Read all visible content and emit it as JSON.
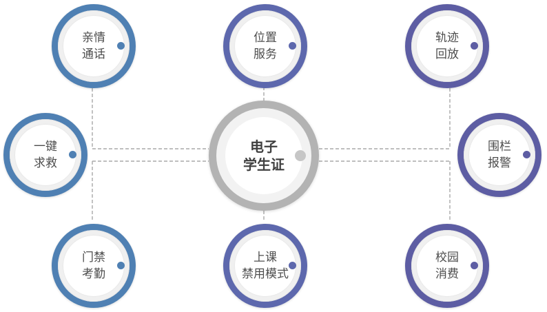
{
  "center": {
    "line1": "电子",
    "line2": "学生证"
  },
  "colors": {
    "blue_ring": "#4f80b3",
    "purple_ring": "#5d5da3",
    "center_ring": "#b3b3b3",
    "connector": "#a9a9a9"
  },
  "nodes": {
    "family_call": {
      "line1": "亲情",
      "line2": "通话",
      "icon": "dot-marker"
    },
    "location_service": {
      "line1": "位置",
      "line2": "服务",
      "icon": "dot-marker"
    },
    "track_playback": {
      "line1": "轨迹",
      "line2": "回放",
      "icon": "dot-marker"
    },
    "sos": {
      "line1": "一键",
      "line2": "求救",
      "icon": "dot-marker"
    },
    "geofence_alarm": {
      "line1": "围栏",
      "line2": "报警",
      "icon": "dot-marker"
    },
    "access_attendance": {
      "line1": "门禁",
      "line2": "考勤",
      "icon": "dot-marker"
    },
    "class_mode": {
      "line1": "上课",
      "line2": "禁用模式",
      "icon": "dot-marker"
    },
    "campus_payment": {
      "line1": "校园",
      "line2": "消费",
      "icon": "dot-marker"
    }
  }
}
